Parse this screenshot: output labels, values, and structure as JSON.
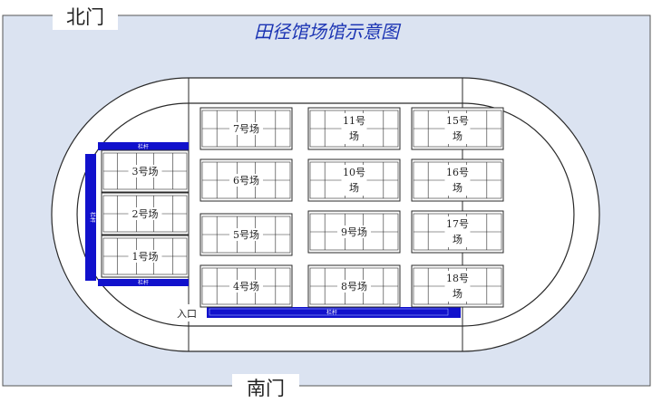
{
  "title": "田径馆场馆示意图",
  "gates": {
    "north": "北门",
    "south": "南门"
  },
  "entrance": "入口",
  "rail_label": "栏杆",
  "colors": {
    "background": "#dbe3f1",
    "outline": "#2a2a2a",
    "track_fill": "#ffffff",
    "court_fill": "#ffffff",
    "rail_blue": "#1111cc",
    "title_blue": "#1a33b3",
    "text": "#222222"
  },
  "courts": [
    {
      "id": "1",
      "label": "1号场"
    },
    {
      "id": "2",
      "label": "2号场"
    },
    {
      "id": "3",
      "label": "3号场"
    },
    {
      "id": "4",
      "label": "4号场"
    },
    {
      "id": "5",
      "label": "5号场"
    },
    {
      "id": "6",
      "label": "6号场"
    },
    {
      "id": "7",
      "label": "7号场"
    },
    {
      "id": "8",
      "label": "8号场"
    },
    {
      "id": "9",
      "label": "9号场"
    },
    {
      "id": "10",
      "label": "10号场"
    },
    {
      "id": "11",
      "label": "11号场"
    },
    {
      "id": "15",
      "label": "15号场"
    },
    {
      "id": "16",
      "label": "16号场"
    },
    {
      "id": "17",
      "label": "17号场"
    },
    {
      "id": "18",
      "label": "18号场"
    }
  ]
}
